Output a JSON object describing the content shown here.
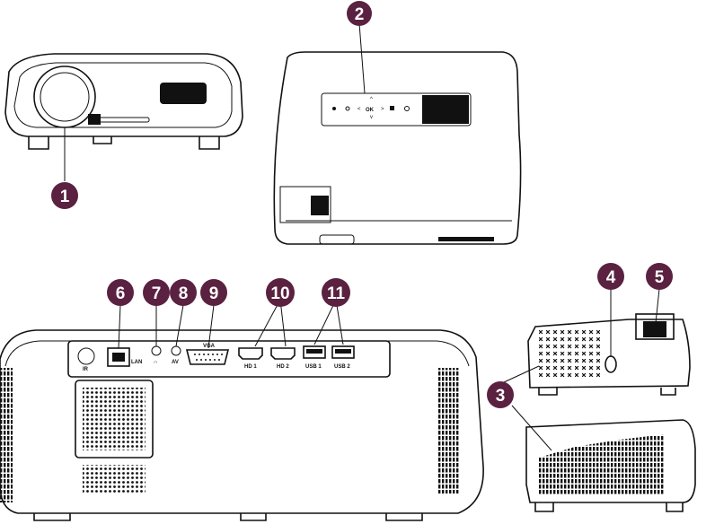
{
  "colors": {
    "badge": "#5a2140",
    "line": "#111111",
    "background": "#ffffff"
  },
  "callouts": [
    {
      "number": "1"
    },
    {
      "number": "2"
    },
    {
      "number": "3"
    },
    {
      "number": "4"
    },
    {
      "number": "5"
    },
    {
      "number": "6"
    },
    {
      "number": "7"
    },
    {
      "number": "8"
    },
    {
      "number": "9"
    },
    {
      "number": "10"
    },
    {
      "number": "11"
    }
  ],
  "port_labels": {
    "ir": "IR",
    "lan": "LAN",
    "headphone": "∩",
    "av": "AV",
    "vga": "VGA",
    "hd1": "HD 1",
    "hd2": "HD 2",
    "usb1": "USB 1",
    "usb2": "USB 2"
  },
  "keypad_labels": {
    "ok": "OK"
  }
}
